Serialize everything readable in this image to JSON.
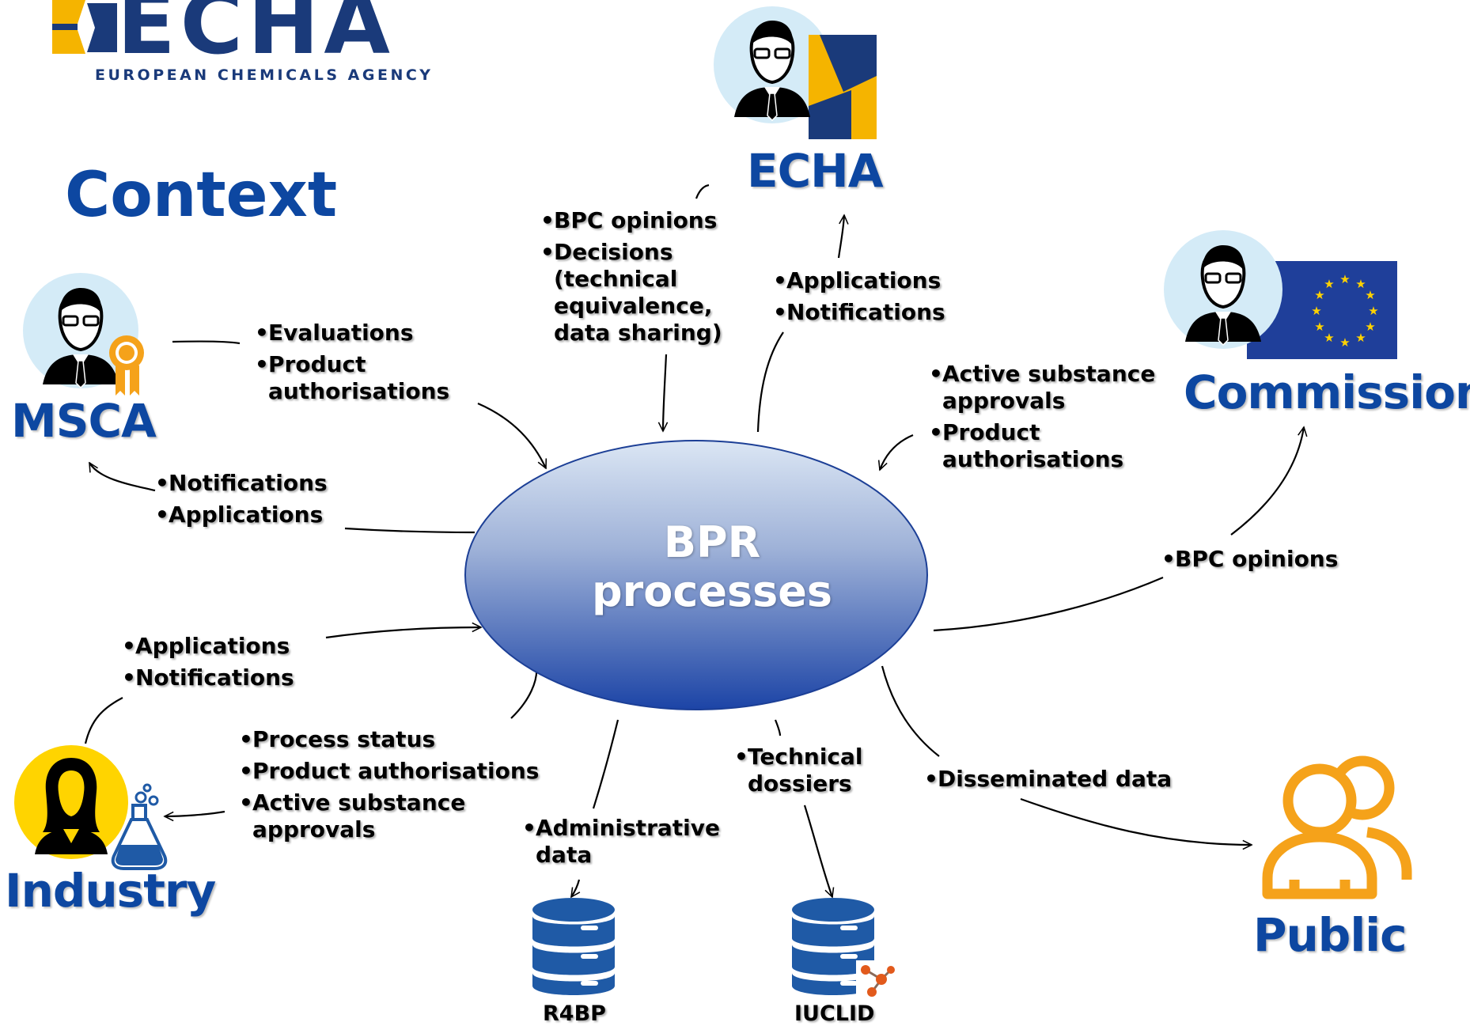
{
  "colors": {
    "brand_blue": "#0d47a1",
    "logo_navy": "#1a3a7a",
    "logo_gold": "#f5b400",
    "avatar_bg": "#d4ebf7",
    "industry_yellow": "#ffd400",
    "public_orange": "#f5a21a",
    "eu_blue": "#1f3f9a",
    "eu_star": "#ffd200",
    "db_blue": "#1f5aa6",
    "ellipse_top": "#dbe6f4",
    "ellipse_bottom": "#1c44a6"
  },
  "logo": {
    "word": "ECHA",
    "subtitle": "EUROPEAN CHEMICALS AGENCY"
  },
  "title": "Context",
  "center": {
    "label": "BPR\nprocesses"
  },
  "actors": {
    "echa": {
      "label": "ECHA",
      "icon": "person-avatar-icon"
    },
    "msca": {
      "label": "MSCA",
      "icon": "person-avatar-icon"
    },
    "commission": {
      "label": "Commission",
      "icon": "person-avatar-icon"
    },
    "industry": {
      "label": "Industry",
      "icon": "person-avatar-icon"
    },
    "public": {
      "label": "Public",
      "icon": "people-group-icon"
    }
  },
  "databases": {
    "r4bp": {
      "label": "R4BP",
      "icon": "database-icon"
    },
    "iuclid": {
      "label": "IUCLID",
      "icon": "database-icon"
    }
  },
  "flows": {
    "msca_to_bpr": [
      "Evaluations",
      "Product\nauthorisations"
    ],
    "bpr_to_msca": [
      "Notifications",
      "Applications"
    ],
    "echa_to_bpr": [
      "BPC opinions",
      "Decisions\n(technical\nequivalence,\ndata sharing)"
    ],
    "bpr_to_echa": [
      "Applications",
      "Notifications"
    ],
    "commission_to_bpr": [
      "Active substance\napprovals",
      "Product\nauthorisations"
    ],
    "bpr_to_commission": [
      "BPC opinions"
    ],
    "industry_to_bpr": [
      "Applications",
      "Notifications"
    ],
    "bpr_to_industry": [
      "Process status",
      "Product authorisations",
      "Active substance\napprovals"
    ],
    "bpr_to_r4bp": [
      "Administrative\ndata"
    ],
    "bpr_to_iuclid": [
      "Technical\ndossiers"
    ],
    "bpr_to_public": [
      "Disseminated data"
    ]
  }
}
